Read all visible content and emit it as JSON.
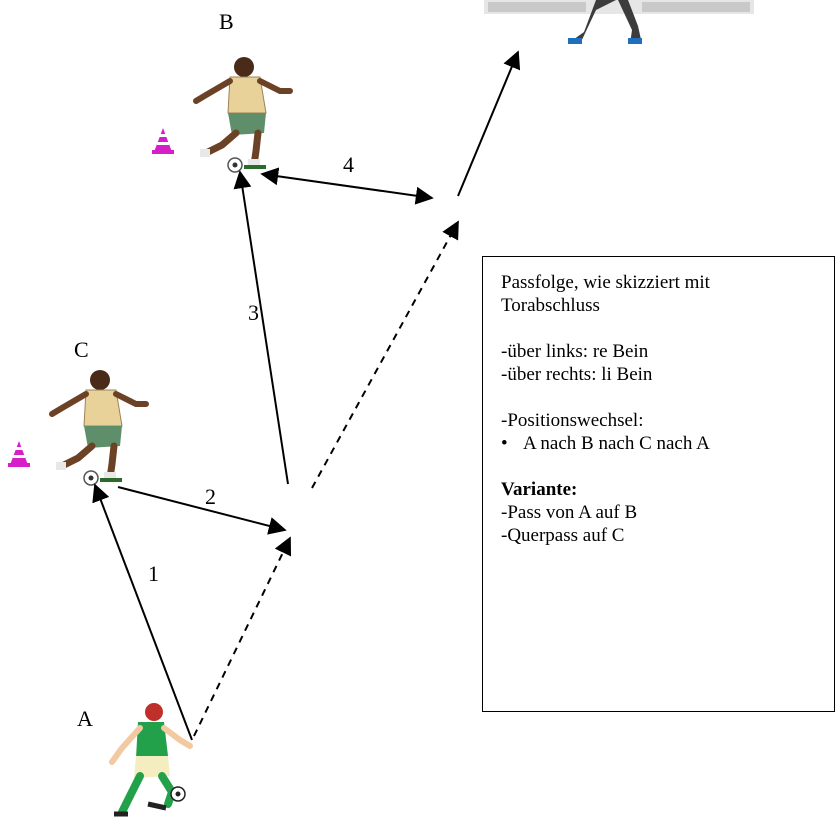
{
  "players": {
    "a": "A",
    "b": "B",
    "c": "C"
  },
  "passes": [
    "1",
    "2",
    "3",
    "4"
  ],
  "info": {
    "line1": "Passfolge, wie skizziert mit",
    "line2": "Torabschluss",
    "left_foot": "-über links: re Bein",
    "right_foot": "-über rechts: li Bein",
    "position_change": "-Positionswechsel:",
    "rotation": "A nach B nach C nach A",
    "variant_title": "Variante:",
    "variant_1": "-Pass von A auf B",
    "variant_2": "-Querpass auf C"
  },
  "colors": {
    "jersey_a": "#22a04a",
    "jersey_bc": "#e8d29a",
    "shorts_bc": "#5e8f6a",
    "cone": "#d61fc8"
  }
}
